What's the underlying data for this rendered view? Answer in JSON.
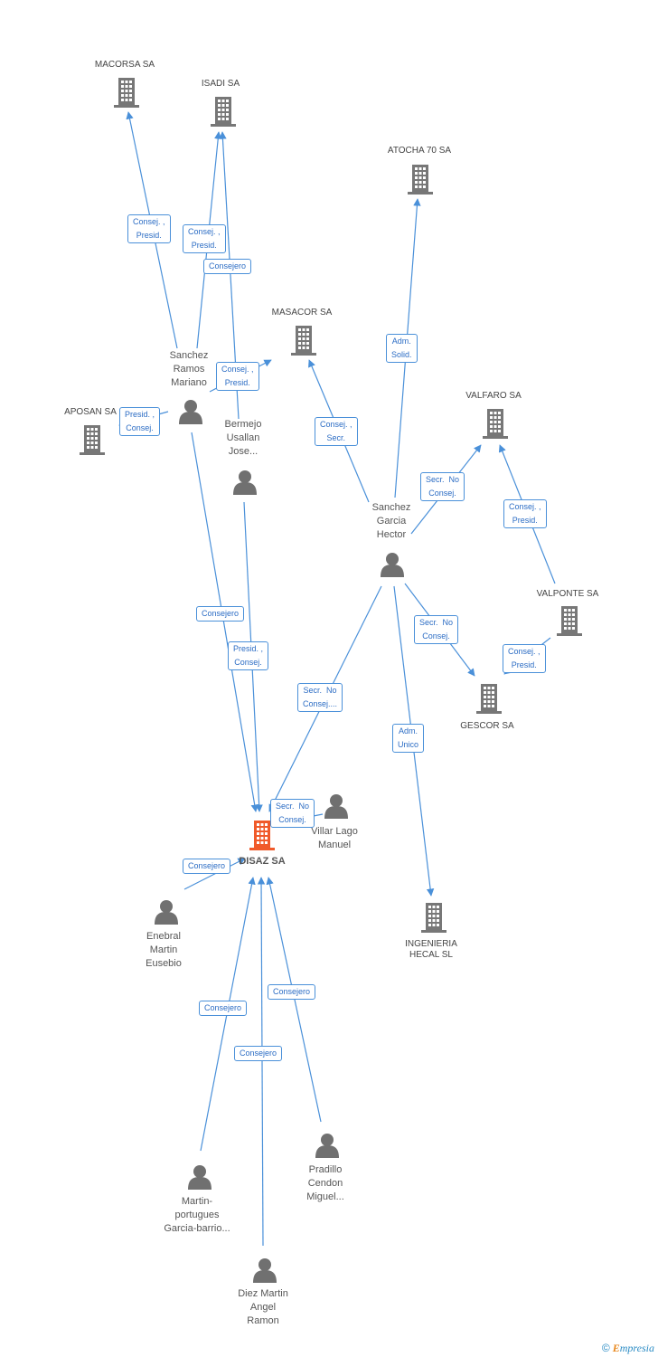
{
  "nodes": {
    "macorsa": {
      "label": "MACORSA SA",
      "type": "company"
    },
    "isadi": {
      "label": "ISADI SA",
      "type": "company"
    },
    "atocha": {
      "label": "ATOCHA 70 SA",
      "type": "company"
    },
    "masacor": {
      "label": "MASACOR SA",
      "type": "company"
    },
    "aposan": {
      "label": "APOSAN SA",
      "type": "company"
    },
    "valfaro": {
      "label": "VALFARO SA",
      "type": "company"
    },
    "valponte": {
      "label": "VALPONTE SA",
      "type": "company"
    },
    "gescor": {
      "label": "GESCOR SA",
      "type": "company"
    },
    "ingenieria": {
      "label": "INGENIERIA\nHECAL SL",
      "type": "company"
    },
    "disaz": {
      "label": "DISAZ SA",
      "type": "company-main"
    },
    "sanchez_ramos": {
      "label": "Sanchez\nRamos\nMariano",
      "type": "person"
    },
    "bermejo": {
      "label": "Bermejo\nUsallan\nJose...",
      "type": "person"
    },
    "sanchez_garcia": {
      "label": "Sanchez\nGarcia\nHector",
      "type": "person"
    },
    "villar": {
      "label": "Villar Lago\nManuel",
      "type": "person"
    },
    "enebral": {
      "label": "Enebral\nMartin\nEusebio",
      "type": "person"
    },
    "martin": {
      "label": "Martin-\nportugues\nGarcia-barrio...",
      "type": "person"
    },
    "diez": {
      "label": "Diez Martin\nAngel\nRamon",
      "type": "person"
    },
    "pradillo": {
      "label": "Pradillo\nCendon\nMiguel...",
      "type": "person"
    }
  },
  "relations": [
    {
      "id": "r1",
      "label": "Consej. ,\nPresid."
    },
    {
      "id": "r2",
      "label": "Consej. ,\nPresid."
    },
    {
      "id": "r3",
      "label": "Consejero"
    },
    {
      "id": "r4",
      "label": "Consej. ,\nPresid."
    },
    {
      "id": "r5",
      "label": "Presid. ,\nConsej."
    },
    {
      "id": "r6",
      "label": "Adm.\nSolid."
    },
    {
      "id": "r7",
      "label": "Consej. ,\nSecr."
    },
    {
      "id": "r8",
      "label": "Secr.  No\nConsej."
    },
    {
      "id": "r9",
      "label": "Consej. ,\nPresid."
    },
    {
      "id": "r10",
      "label": "Secr.  No\nConsej."
    },
    {
      "id": "r11",
      "label": "Consej. ,\nPresid."
    },
    {
      "id": "r12",
      "label": "Consejero"
    },
    {
      "id": "r13",
      "label": "Presid. ,\nConsej."
    },
    {
      "id": "r14",
      "label": "Secr.  No\nConsej...."
    },
    {
      "id": "r15",
      "label": "Adm.\nUnico"
    },
    {
      "id": "r16",
      "label": "Secr.  No\nConsej."
    },
    {
      "id": "r17",
      "label": "Consejero"
    },
    {
      "id": "r18",
      "label": "Consejero"
    },
    {
      "id": "r19",
      "label": "Consejero"
    },
    {
      "id": "r20",
      "label": "Consejero"
    }
  ],
  "colors": {
    "edge": "#4a90d9",
    "company": "#777777",
    "main_company": "#f05a2a",
    "person": "#707070"
  },
  "footer": {
    "copyright": "©",
    "brand_first": "E",
    "brand_rest": "mpresia"
  }
}
